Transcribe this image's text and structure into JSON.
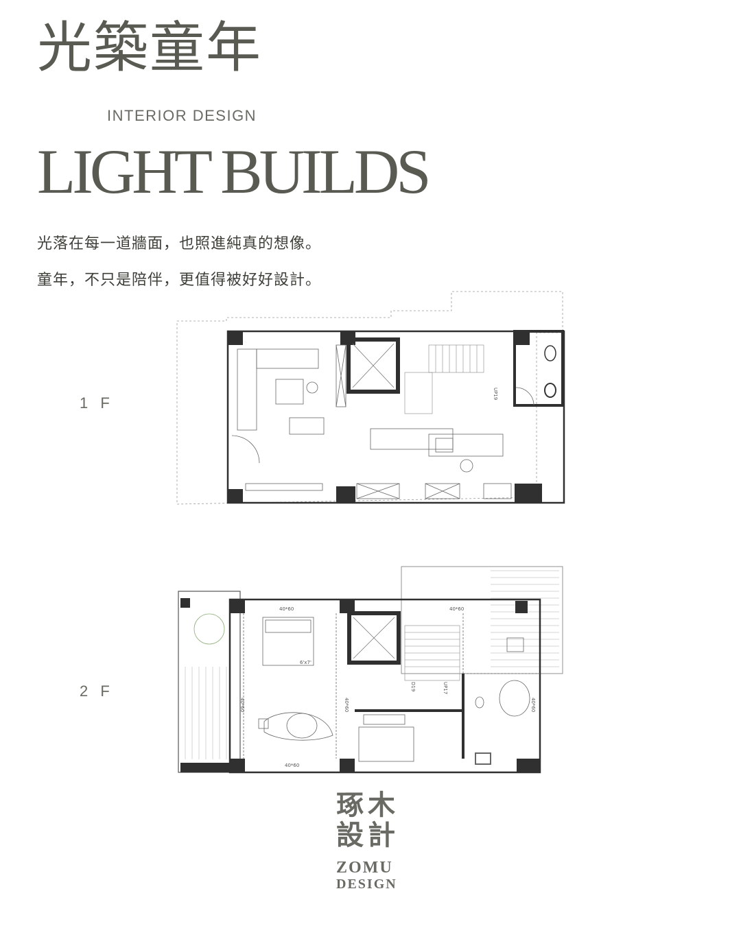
{
  "header": {
    "title_zh": "光築童年",
    "subtitle": "INTERIOR DESIGN",
    "title_en": "LIGHT BUILDS"
  },
  "description": {
    "line1": "光落在每一道牆面，也照進純真的想像。",
    "line2": "童年，不只是陪伴，更值得被好好設計。"
  },
  "floors": [
    {
      "label": "1 F"
    },
    {
      "label": "2 F"
    }
  ],
  "plan_notes": {
    "f1_stair": "UP19",
    "f2_stair_left": "D19",
    "f2_stair_right": "UP17",
    "bed_size": "6'x7'",
    "dim_a": "40*60",
    "dim_b": "40*60",
    "dim_c": "40*60",
    "dim_d": "40*60",
    "dim_e": "40*60",
    "dim_f": "40*60"
  },
  "brand": {
    "zh_line1": "琢木",
    "zh_line2": "設計",
    "en_line1": "ZOMU",
    "en_line2": "DESIGN"
  },
  "colors": {
    "text": "#595a52",
    "wall": "#2f2f2f",
    "line": "#6f6f6f"
  }
}
